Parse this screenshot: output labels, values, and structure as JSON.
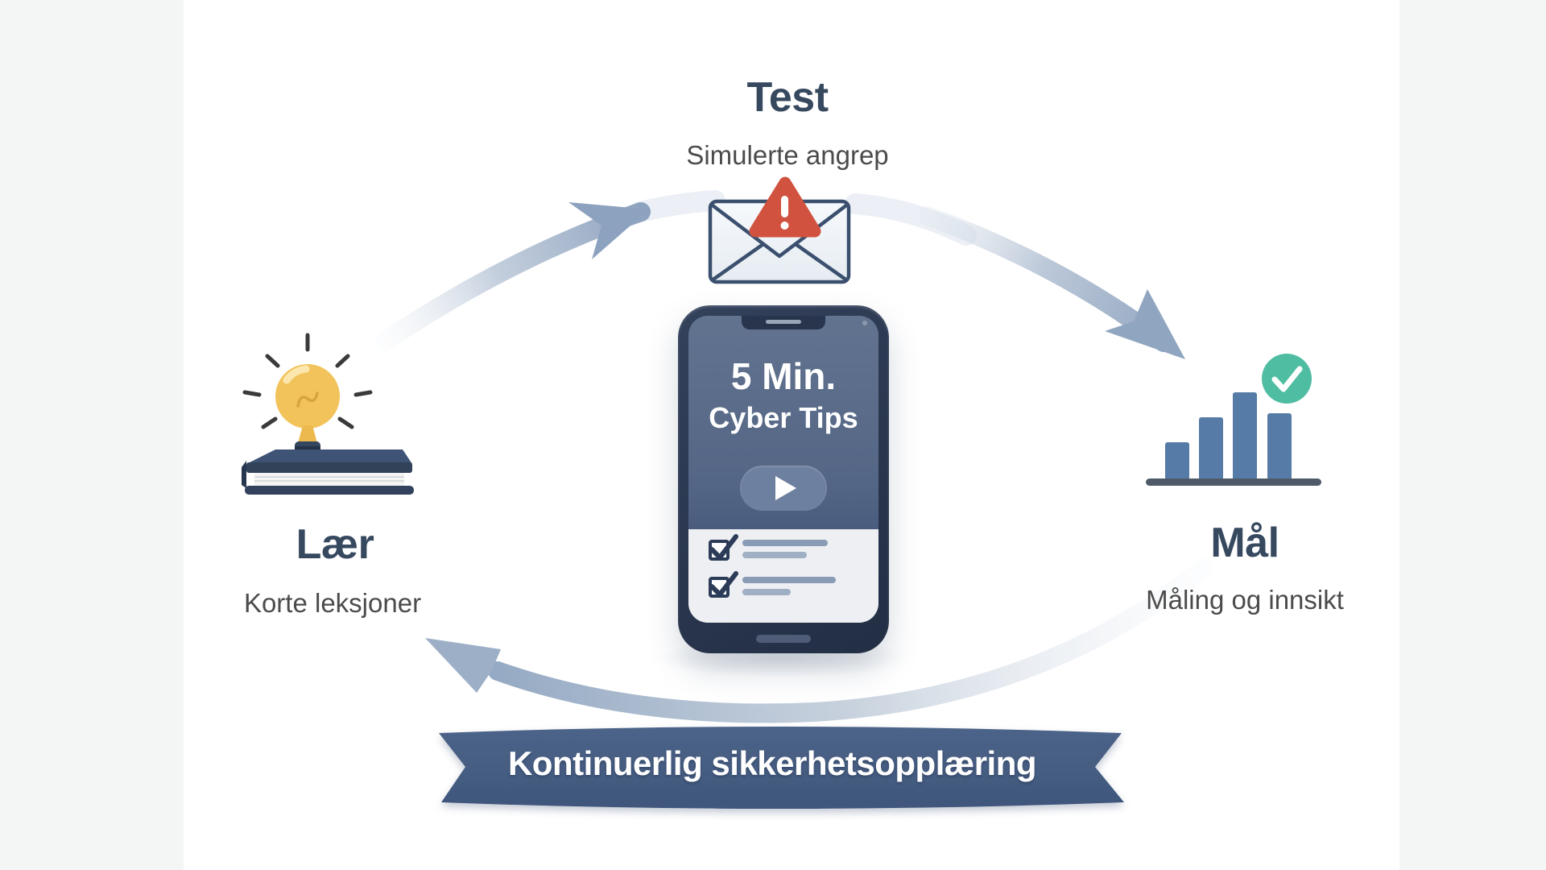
{
  "steps": {
    "test": {
      "title": "Test",
      "subtitle": "Simulerte angrep"
    },
    "learn": {
      "title": "Lær",
      "subtitle": "Korte leksjoner"
    },
    "measure": {
      "title": "Mål",
      "subtitle": "Måling og innsikt"
    }
  },
  "phone": {
    "title_line1": "5 Min.",
    "title_line2": "Cyber Tips",
    "checklist_item_count": 2
  },
  "banner": {
    "label": "Kontinuerlig sikkerhetsopplæring"
  },
  "icons": {
    "test": "alert-envelope-icon",
    "learn": "lightbulb-book-icon",
    "measure": "bar-chart-check-icon",
    "play": "play-icon",
    "check_circle": "check-circle-icon",
    "warning": "warning-triangle-icon"
  },
  "colors": {
    "heading": "#36495f",
    "subtitle": "#4b4b4b",
    "alert_red": "#d0523f",
    "teal_check": "#4ebda1",
    "chart_bars": "#567ba6",
    "arrow_steel": "#8da2be",
    "phone_body": "#28354c",
    "banner_blue": "#47608a",
    "bulb_yellow": "#f1c35a"
  }
}
